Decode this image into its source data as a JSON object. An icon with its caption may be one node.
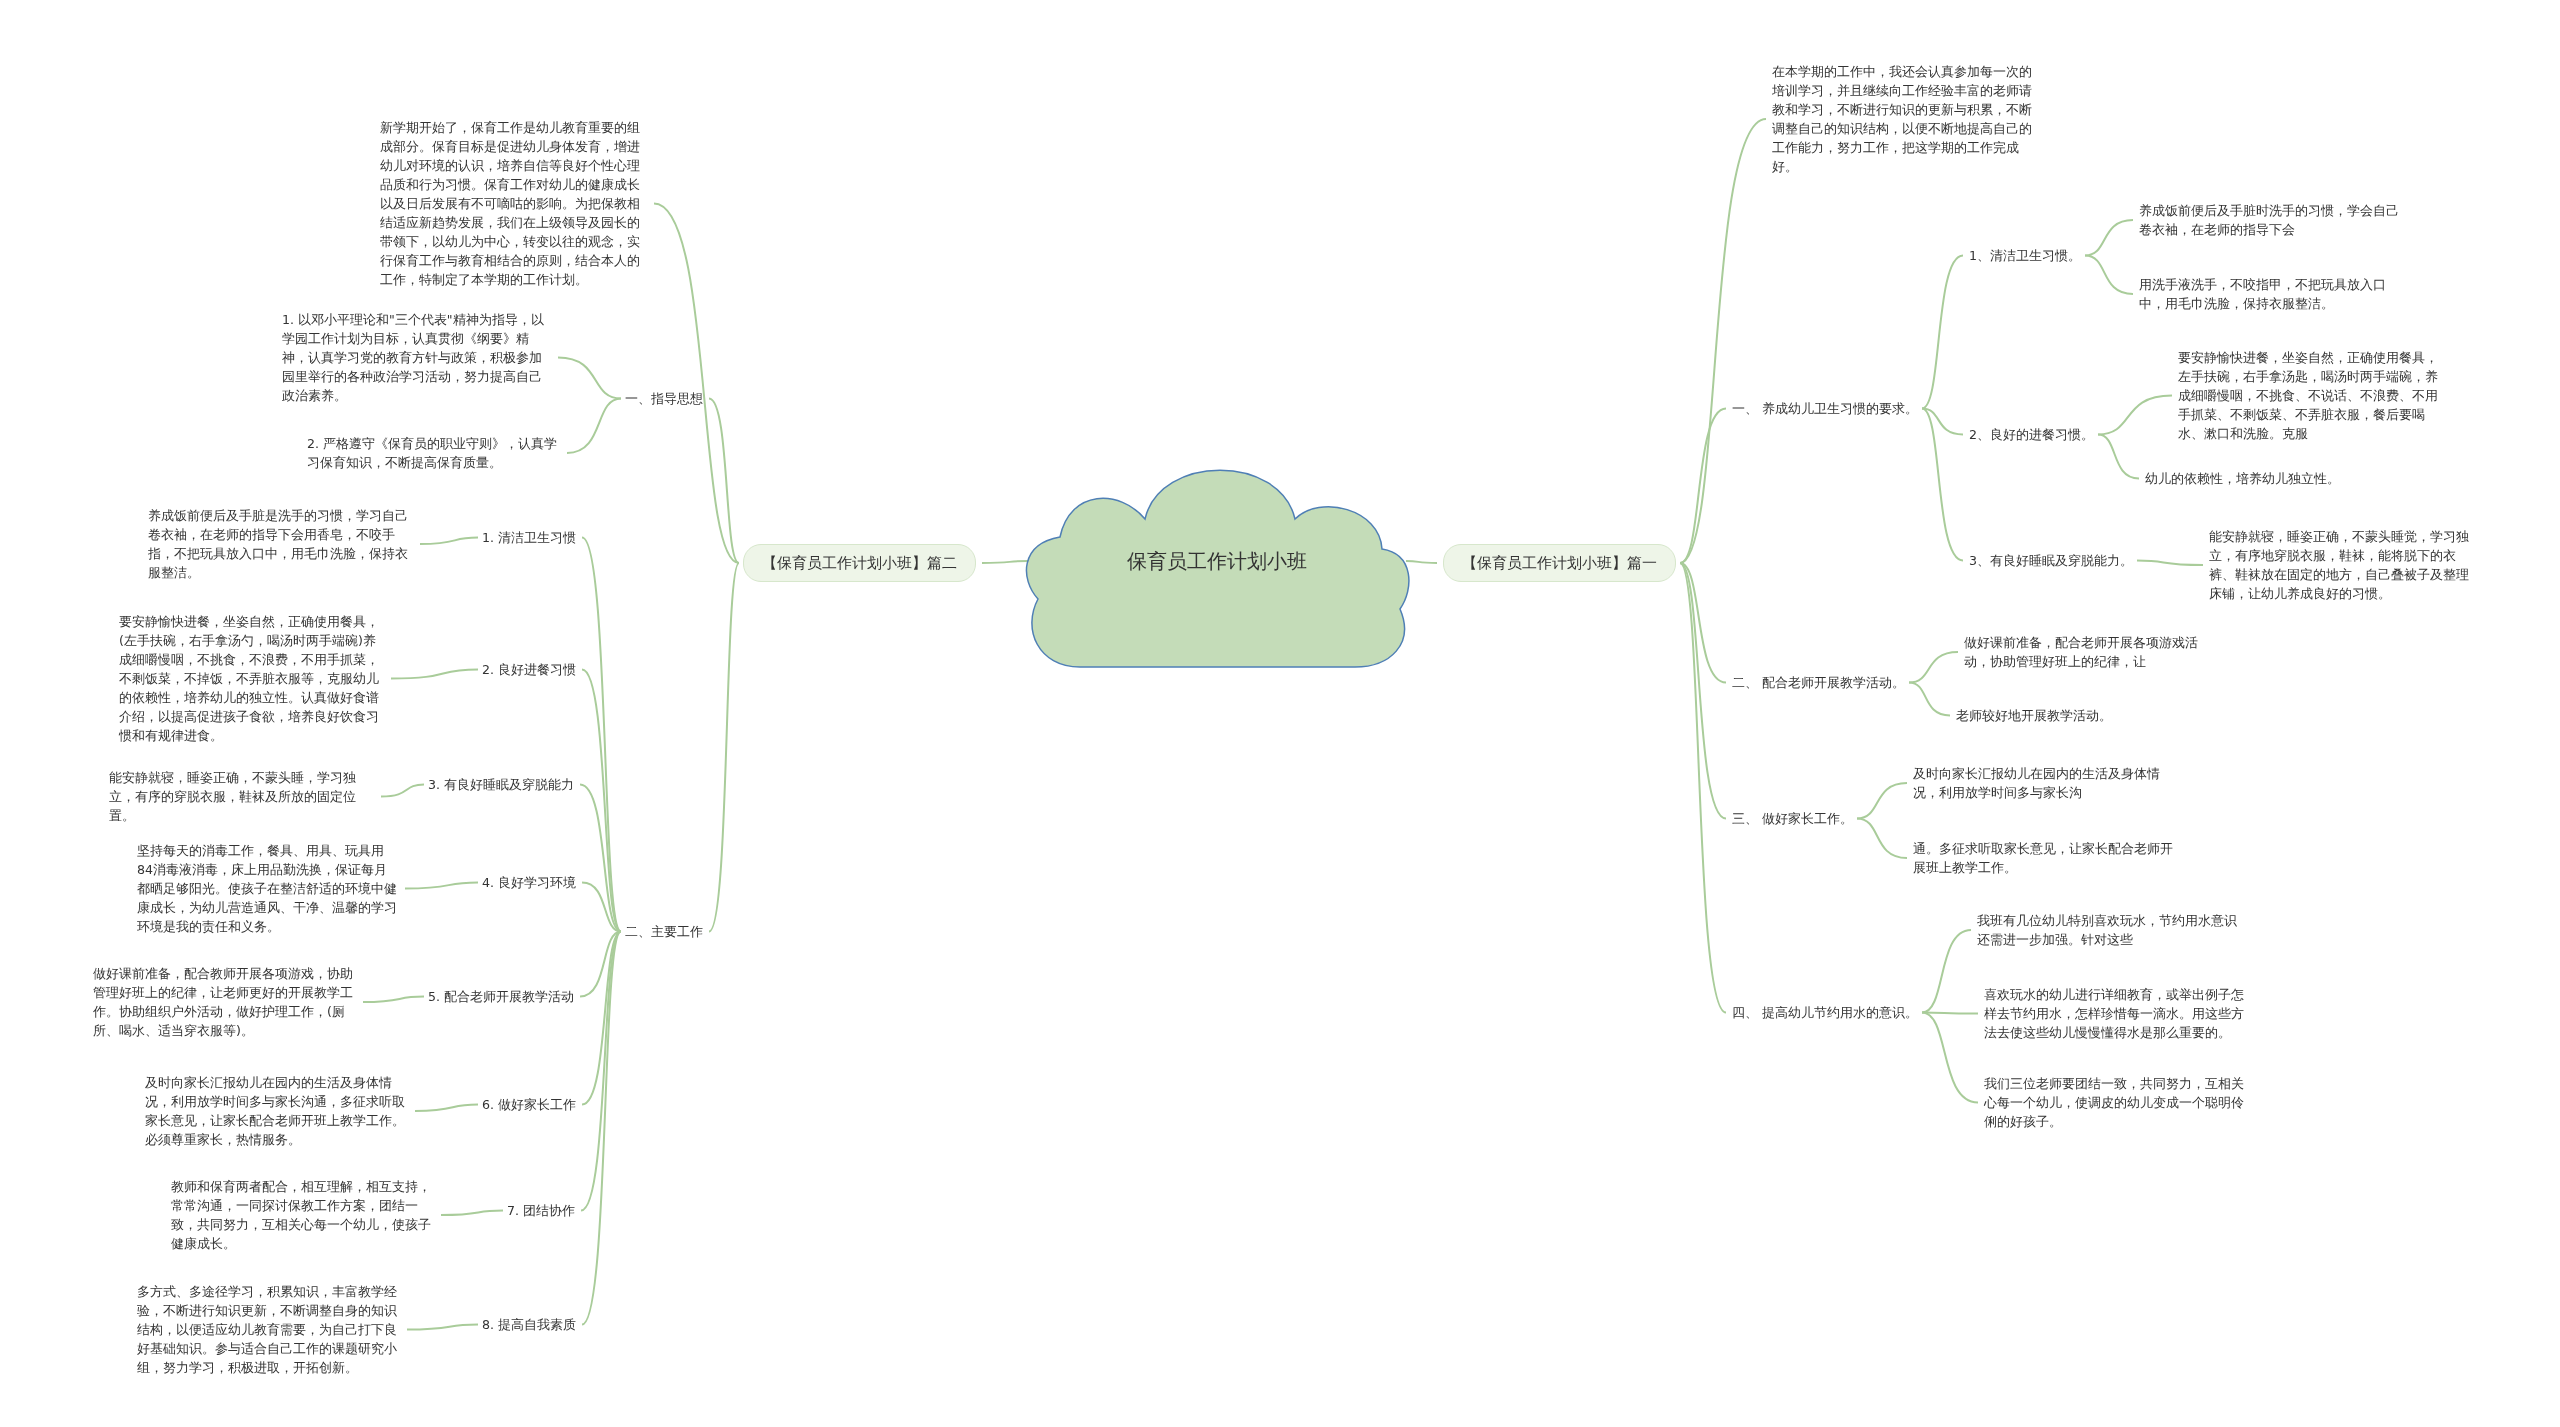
{
  "diagram": {
    "nodes": [
      {
        "text": [
          "保育员工作计划小班"
        ]
      },
      {
        "text": [
          "【保育员工作计划小班】篇二"
        ]
      },
      {
        "text": [
          "新学期开始了，保育工作是幼儿教育重要的组成部分。保育目标是促进幼儿身体发育，增进幼儿对环境的认识，培养自信等良好个性心理品质和行为习惯。保育工作对幼儿的健康成长以及日后发展有不可嘀咕的影响。为把保教相结适应新趋势发展，我们在上级领导及园长的带领下，以幼儿为中心，转变以往的观念，实行保育工作与教育相结合的原则，结合本人的工作，特制定了本学期的工作计划。"
        ]
      },
      {
        "text": [
          "一、指导思想"
        ]
      },
      {
        "text": [
          "1. 以邓小平理论和\"三个代表\"精神为指导，以学园工作计划为目标，认真贯彻《纲要》精神，认真学习党的教育方针与政策，积极参加园里举行的各种政治学习活动，努力提高自己政治素养。"
        ]
      },
      {
        "text": [
          "2. 严格遵守《保育员的职业守则》，认真学习保育知识，不断提高保育质量。"
        ]
      },
      {
        "text": [
          "二、主要工作"
        ]
      },
      {
        "text": [
          "1. 清洁卫生习惯"
        ]
      },
      {
        "text": [
          "养成饭前便后及手脏是洗手的习惯，学习自己卷衣袖，在老师的指导下会用香皂，不咬手指，不把玩具放入口中，用毛巾洗脸，保持衣服整洁。"
        ]
      },
      {
        "text": [
          "2. 良好进餐习惯"
        ]
      },
      {
        "text": [
          "要安静愉快进餐，坐姿自然，正确使用餐具，(左手扶碗，右手拿汤勺，喝汤时两手端碗)养成细嚼慢咽，不挑食，不浪费，不用手抓菜，不剩饭菜，不掉饭，不弄脏衣服等，克服幼儿的依赖性，培养幼儿的独立性。认真做好食谱介绍，以提高促进孩子食欲，培养良好饮食习惯和有规律进食。"
        ]
      },
      {
        "text": [
          "3. 有良好睡眠及穿脱能力"
        ]
      },
      {
        "text": [
          "能安静就寝，睡姿正确，不蒙头睡，学习独立，有序的穿脱衣服，鞋袜及所放的固定位置。"
        ]
      },
      {
        "text": [
          "4. 良好学习环境"
        ]
      },
      {
        "text": [
          "坚持每天的消毒工作，餐具、用具、玩具用84消毒液消毒，床上用品勤洗换，保证每月都晒足够阳光。使孩子在整洁舒适的环境中健康成长，为幼儿营造通风、干净、温馨的学习环境是我的责任和义务。"
        ]
      },
      {
        "text": [
          "5. 配合老师开展教学活动"
        ]
      },
      {
        "text": [
          "做好课前准备，配合教师开展各项游戏，协助管理好班上的纪律，让老师更好的开展教学工作。协助组织户外活动，做好护理工作，(厕所、喝水、适当穿衣服等)。"
        ]
      },
      {
        "text": [
          "6. 做好家长工作"
        ]
      },
      {
        "text": [
          "及时向家长汇报幼儿在园内的生活及身体情况，利用放学时间多与家长沟通，多征求听取家长意见，让家长配合老师开班上教学工作。必须尊重家长，热情服务。"
        ]
      },
      {
        "text": [
          "7. 团结协作"
        ]
      },
      {
        "text": [
          "教师和保育两者配合，相互理解，相互支持，常常沟通，一同探讨保教工作方案，团结一致，共同努力，互相关心每一个幼儿，使孩子健康成长。"
        ]
      },
      {
        "text": [
          "8. 提高自我素质"
        ]
      },
      {
        "text": [
          "多方式、多途径学习，积累知识，丰富教学经验，不断进行知识更新，不断调整自身的知识结构，以便适应幼儿教育需要，为自己打下良好基础知识。参与适合自己工作的课题研究小组，努力学习，积极进取，开拓创新。"
        ]
      },
      {
        "text": [
          "【保育员工作计划小班】篇一"
        ]
      },
      {
        "text": [
          "在本学期的工作中，我还会认真参加每一次的培训学习，并且继续向工作经验丰富的老师请教和学习，不断进行知识的更新与积累，不断调整自己的知识结构，以便不断地提高自己的工作能力，努力工作，把这学期的工作完成好。"
        ]
      },
      {
        "text": [
          "一、 养成幼儿卫生习惯的要求。"
        ]
      },
      {
        "text": [
          "1、清洁卫生习惯。"
        ]
      },
      {
        "text": [
          "养成饭前便后及手脏时洗手的习惯，学会自己卷衣袖，在老师的指导下会"
        ]
      },
      {
        "text": [
          "用洗手液洗手，不咬指甲，不把玩具放入口中，用毛巾洗脸，保持衣服整洁。"
        ]
      },
      {
        "text": [
          "2、良好的进餐习惯。"
        ]
      },
      {
        "text": [
          "要安静愉快进餐，坐姿自然，正确使用餐具，左手扶碗，右手拿汤匙，喝汤时两手端碗，养成细嚼慢咽，不挑食、不说话、不浪费、不用手抓菜、不剩饭菜、不弄脏衣服，餐后要喝水、漱口和洗脸。克服"
        ]
      },
      {
        "text": [
          "幼儿的依赖性，培养幼儿独立性。"
        ]
      },
      {
        "text": [
          "3、有良好睡眠及穿脱能力。"
        ]
      },
      {
        "text": [
          "能安静就寝，睡姿正确，不蒙头睡觉，学习独立，有序地穿脱衣服，鞋袜，能将脱下的衣裤、鞋袜放在固定的地方，自己叠被子及整理床铺，让幼儿养成良好的习惯。"
        ]
      },
      {
        "text": [
          "二、 配合老师开展教学活动。"
        ]
      },
      {
        "text": [
          "做好课前准备，配合老师开展各项游戏活动，协助管理好班上的纪律，让"
        ]
      },
      {
        "text": [
          "老师较好地开展教学活动。"
        ]
      },
      {
        "text": [
          "三、 做好家长工作。"
        ]
      },
      {
        "text": [
          "及时向家长汇报幼儿在园内的生活及身体情况，利用放学时间多与家长沟"
        ]
      },
      {
        "text": [
          "通。多征求听取家长意见，让家长配合老师开展班上教学工作。"
        ]
      },
      {
        "text": [
          "四、 提高幼儿节约用水的意识。"
        ]
      },
      {
        "text": [
          "我班有几位幼儿特别喜欢玩水，节约用水意识还需进一步加强。针对这些"
        ]
      },
      {
        "text": [
          "喜欢玩水的幼儿进行详细教育，或举出例子怎样去节约用水，怎样珍惜每一滴水。用这些方法去使这些幼儿慢慢懂得水是那么重要的。"
        ]
      },
      {
        "text": [
          "我们三位老师要团结一致，共同努力，互相关心每一个幼儿，使调皮的幼儿变成一个聪明伶俐的好孩子。"
        ]
      }
    ],
    "edges": [
      {
        "from": 0,
        "to": 1,
        "arrow": "none"
      },
      {
        "from": 1,
        "to": 2,
        "arrow": "none"
      },
      {
        "from": 1,
        "to": 3,
        "arrow": "none"
      },
      {
        "from": 3,
        "to": 4,
        "arrow": "none"
      },
      {
        "from": 3,
        "to": 5,
        "arrow": "none"
      },
      {
        "from": 1,
        "to": 6,
        "arrow": "none"
      },
      {
        "from": 6,
        "to": 7,
        "arrow": "none"
      },
      {
        "from": 7,
        "to": 8,
        "arrow": "none"
      },
      {
        "from": 6,
        "to": 9,
        "arrow": "none"
      },
      {
        "from": 9,
        "to": 10,
        "arrow": "none"
      },
      {
        "from": 6,
        "to": 11,
        "arrow": "none"
      },
      {
        "from": 11,
        "to": 12,
        "arrow": "none"
      },
      {
        "from": 6,
        "to": 13,
        "arrow": "none"
      },
      {
        "from": 13,
        "to": 14,
        "arrow": "none"
      },
      {
        "from": 6,
        "to": 15,
        "arrow": "none"
      },
      {
        "from": 15,
        "to": 16,
        "arrow": "none"
      },
      {
        "from": 6,
        "to": 17,
        "arrow": "none"
      },
      {
        "from": 17,
        "to": 18,
        "arrow": "none"
      },
      {
        "from": 6,
        "to": 19,
        "arrow": "none"
      },
      {
        "from": 19,
        "to": 20,
        "arrow": "none"
      },
      {
        "from": 6,
        "to": 21,
        "arrow": "none"
      },
      {
        "from": 21,
        "to": 22,
        "arrow": "none"
      },
      {
        "from": 0,
        "to": 23,
        "arrow": "none"
      },
      {
        "from": 23,
        "to": 24,
        "arrow": "none"
      },
      {
        "from": 23,
        "to": 25,
        "arrow": "none"
      },
      {
        "from": 25,
        "to": 26,
        "arrow": "none"
      },
      {
        "from": 26,
        "to": 27,
        "arrow": "none"
      },
      {
        "from": 26,
        "to": 28,
        "arrow": "none"
      },
      {
        "from": 25,
        "to": 29,
        "arrow": "none"
      },
      {
        "from": 29,
        "to": 30,
        "arrow": "none"
      },
      {
        "from": 29,
        "to": 31,
        "arrow": "none"
      },
      {
        "from": 25,
        "to": 32,
        "arrow": "none"
      },
      {
        "from": 32,
        "to": 33,
        "arrow": "none"
      },
      {
        "from": 23,
        "to": 34,
        "arrow": "none"
      },
      {
        "from": 34,
        "to": 35,
        "arrow": "none"
      },
      {
        "from": 34,
        "to": 36,
        "arrow": "none"
      },
      {
        "from": 23,
        "to": 37,
        "arrow": "none"
      },
      {
        "from": 37,
        "to": 38,
        "arrow": "none"
      },
      {
        "from": 37,
        "to": 39,
        "arrow": "none"
      },
      {
        "from": 23,
        "to": 40,
        "arrow": "none"
      },
      {
        "from": 40,
        "to": 41,
        "arrow": "none"
      },
      {
        "from": 40,
        "to": 42,
        "arrow": "none"
      },
      {
        "from": 40,
        "to": 43,
        "arrow": "none"
      }
    ]
  }
}
